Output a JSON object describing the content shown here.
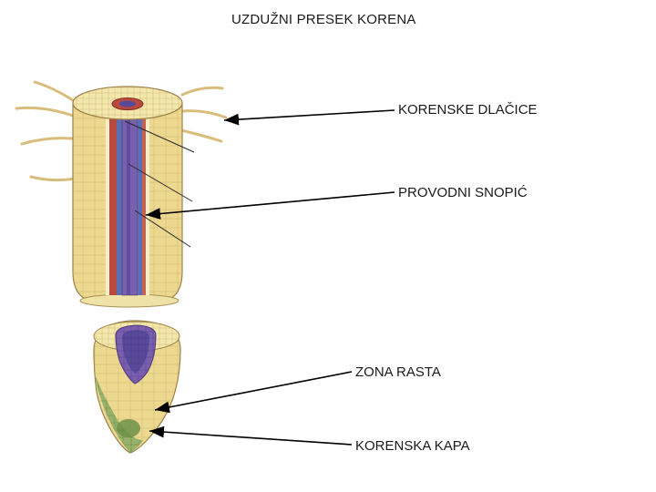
{
  "title": "UZDUŽNI PRESEK KORENA",
  "labels": {
    "root_hairs": "KORENSKE DLAČICE",
    "vascular_bundle": "PROVODNI SNOPIĆ",
    "growth_zone": "ZONA RASTA",
    "root_cap": "KORENSKA KAPA"
  },
  "colors": {
    "tissue_yellow": "#ecd98f",
    "tissue_light": "#f4e7ae",
    "vascular_red": "#b8493c",
    "vascular_blue": "#5b6db3",
    "core_purple": "#7a5fae",
    "core_purple_dark": "#584a99",
    "root_cap_green": "#93b06a",
    "arrow_black": "#000000"
  }
}
